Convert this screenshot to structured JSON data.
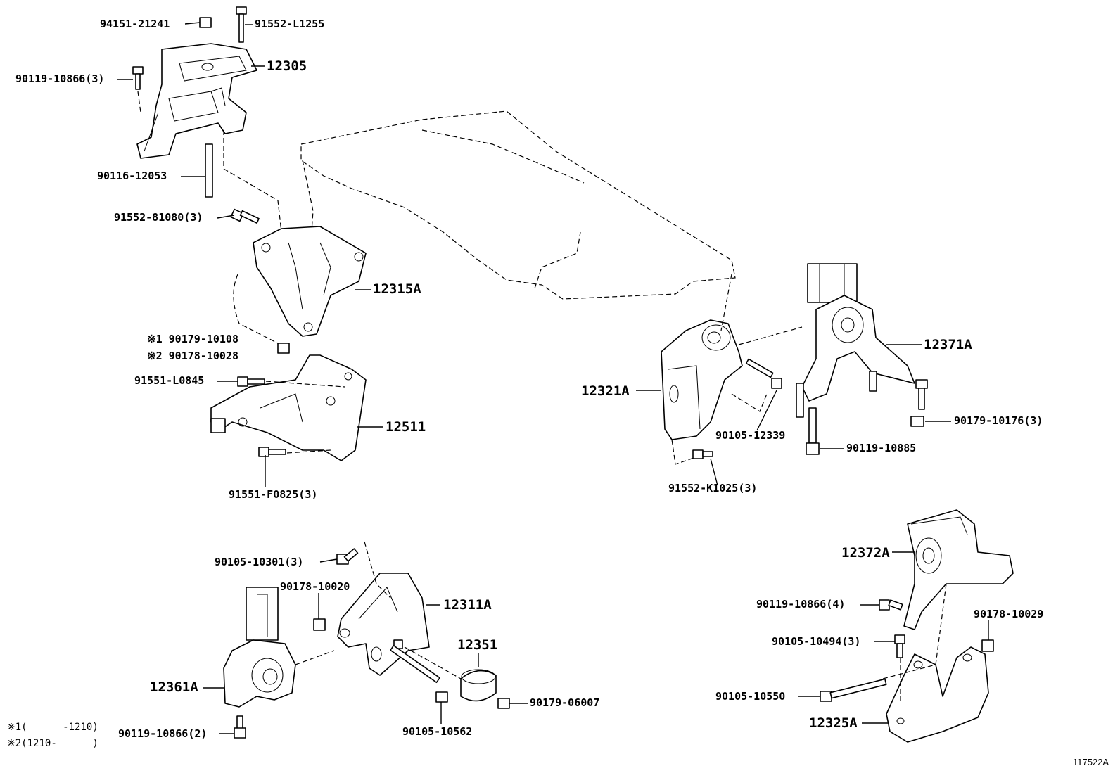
{
  "figure_code": "117522A",
  "notes": [
    {
      "mark": "※1",
      "range": "(      -1210)"
    },
    {
      "mark": "※2",
      "range": "(1210-      )"
    }
  ],
  "parts": {
    "p94151_21241": "94151-21241",
    "p91552_L1255": "91552-L1255",
    "p12305": "12305",
    "p90119_10866_3": "90119-10866(3)",
    "p90116_12053": "90116-12053",
    "p91552_81080_3": "91552-81080(3)",
    "p12315A": "12315A",
    "p90179_10108": "※1 90179-10108",
    "p90178_10028": "※2 90178-10028",
    "p91551_L0845": "91551-L0845",
    "p12511": "12511",
    "p91551_F0825_3": "91551-F0825(3)",
    "p12321A": "12321A",
    "p90105_12339": "90105-12339",
    "p91552_K1025_3": "91552-K1025(3)",
    "p12371A": "12371A",
    "p90179_10176_3": "90179-10176(3)",
    "p90119_10885": "90119-10885",
    "p90105_10301_3": "90105-10301(3)",
    "p90178_10020": "90178-10020",
    "p12311A": "12311A",
    "p12351": "12351",
    "p12361A": "12361A",
    "p90179_06007": "90179-06007",
    "p90119_10866_2": "90119-10866(2)",
    "p90105_10562": "90105-10562",
    "p12372A": "12372A",
    "p90119_10866_4": "90119-10866(4)",
    "p90178_10029": "90178-10029",
    "p90105_10494_3": "90105-10494(3)",
    "p90105_10550": "90105-10550",
    "p12325A": "12325A"
  }
}
